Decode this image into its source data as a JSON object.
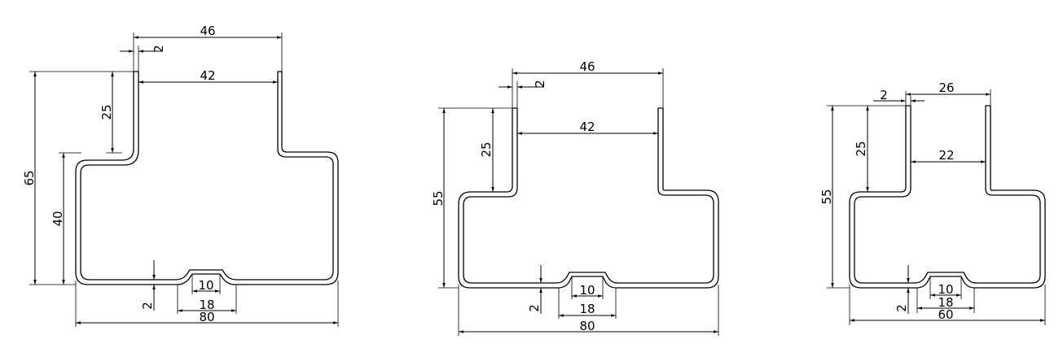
{
  "colors": {
    "background": "#ffffff",
    "line": "#000000"
  },
  "profiles": [
    {
      "id": "profile-1",
      "dims": {
        "top_width": "46",
        "thickness_top": "2",
        "inner_gap": "42",
        "flange_height": "25",
        "total_height": "65",
        "body_height": "40",
        "groove_inner": "10",
        "groove_outer": "18",
        "thickness_bottom": "2",
        "total_width": "80"
      }
    },
    {
      "id": "profile-2",
      "dims": {
        "top_width": "46",
        "thickness_top": "2",
        "inner_gap": "42",
        "flange_height": "25",
        "total_height": "55",
        "groove_inner": "10",
        "groove_outer": "18",
        "thickness_bottom": "2",
        "total_width": "80"
      }
    },
    {
      "id": "profile-3",
      "dims": {
        "top_width": "26",
        "thickness_top": "2",
        "inner_gap": "22",
        "flange_height": "25",
        "total_height": "55",
        "groove_inner": "10",
        "groove_outer": "18",
        "thickness_bottom": "2",
        "total_width": "60"
      }
    }
  ]
}
